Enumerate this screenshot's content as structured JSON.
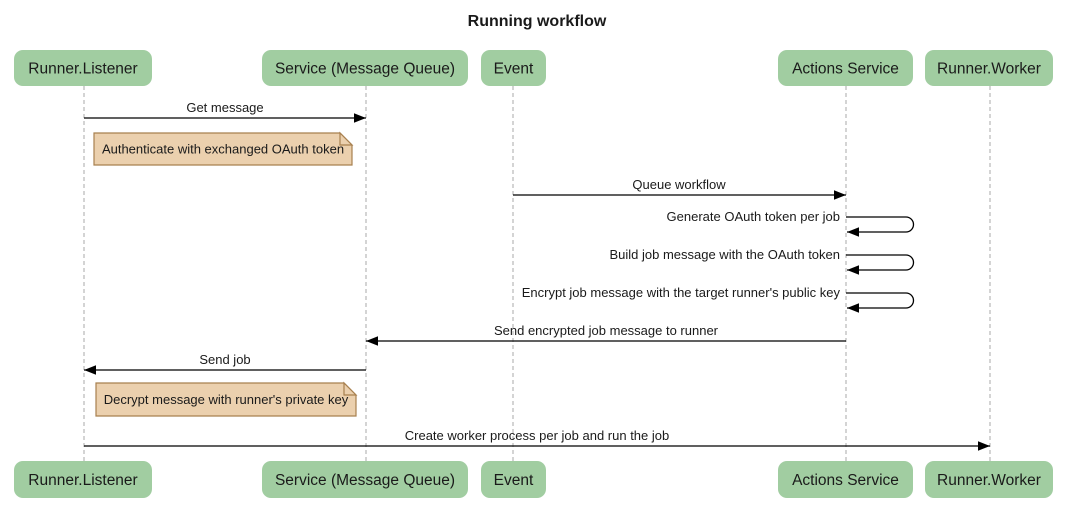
{
  "title": "Running workflow",
  "diagram_type": "sequence",
  "colors": {
    "actor_fill": "#a1cda1",
    "note_fill": "#ebd0ae",
    "note_border": "#a8804f",
    "lifeline": "#aaaaaa",
    "message": "#000000"
  },
  "actors": [
    {
      "id": "runner-listener",
      "label": "Runner.Listener"
    },
    {
      "id": "service-message-queue",
      "label": "Service (Message Queue)"
    },
    {
      "id": "event",
      "label": "Event"
    },
    {
      "id": "actions-service",
      "label": "Actions Service"
    },
    {
      "id": "runner-worker",
      "label": "Runner.Worker"
    }
  ],
  "messages": [
    {
      "label": "Get message",
      "from": "Runner.Listener",
      "to": "Service (Message Queue)",
      "self": false
    },
    {
      "label": "Queue workflow",
      "from": "Event",
      "to": "Actions Service",
      "self": false
    },
    {
      "label": "Generate OAuth token per job",
      "from": "Actions Service",
      "to": "Actions Service",
      "self": true
    },
    {
      "label": "Build job message with the OAuth token",
      "from": "Actions Service",
      "to": "Actions Service",
      "self": true
    },
    {
      "label": "Encrypt job message with the target runner's public key",
      "from": "Actions Service",
      "to": "Actions Service",
      "self": true
    },
    {
      "label": "Send encrypted job message to runner",
      "from": "Actions Service",
      "to": "Service (Message Queue)",
      "self": false
    },
    {
      "label": "Send job",
      "from": "Service (Message Queue)",
      "to": "Runner.Listener",
      "self": false
    },
    {
      "label": "Create worker process per job and run the job",
      "from": "Runner.Listener",
      "to": "Runner.Worker",
      "self": false
    }
  ],
  "notes": [
    {
      "label": "Authenticate with exchanged OAuth token",
      "anchor": "Runner.Listener"
    },
    {
      "label": "Decrypt message with runner's private key",
      "anchor": "Runner.Listener"
    }
  ]
}
